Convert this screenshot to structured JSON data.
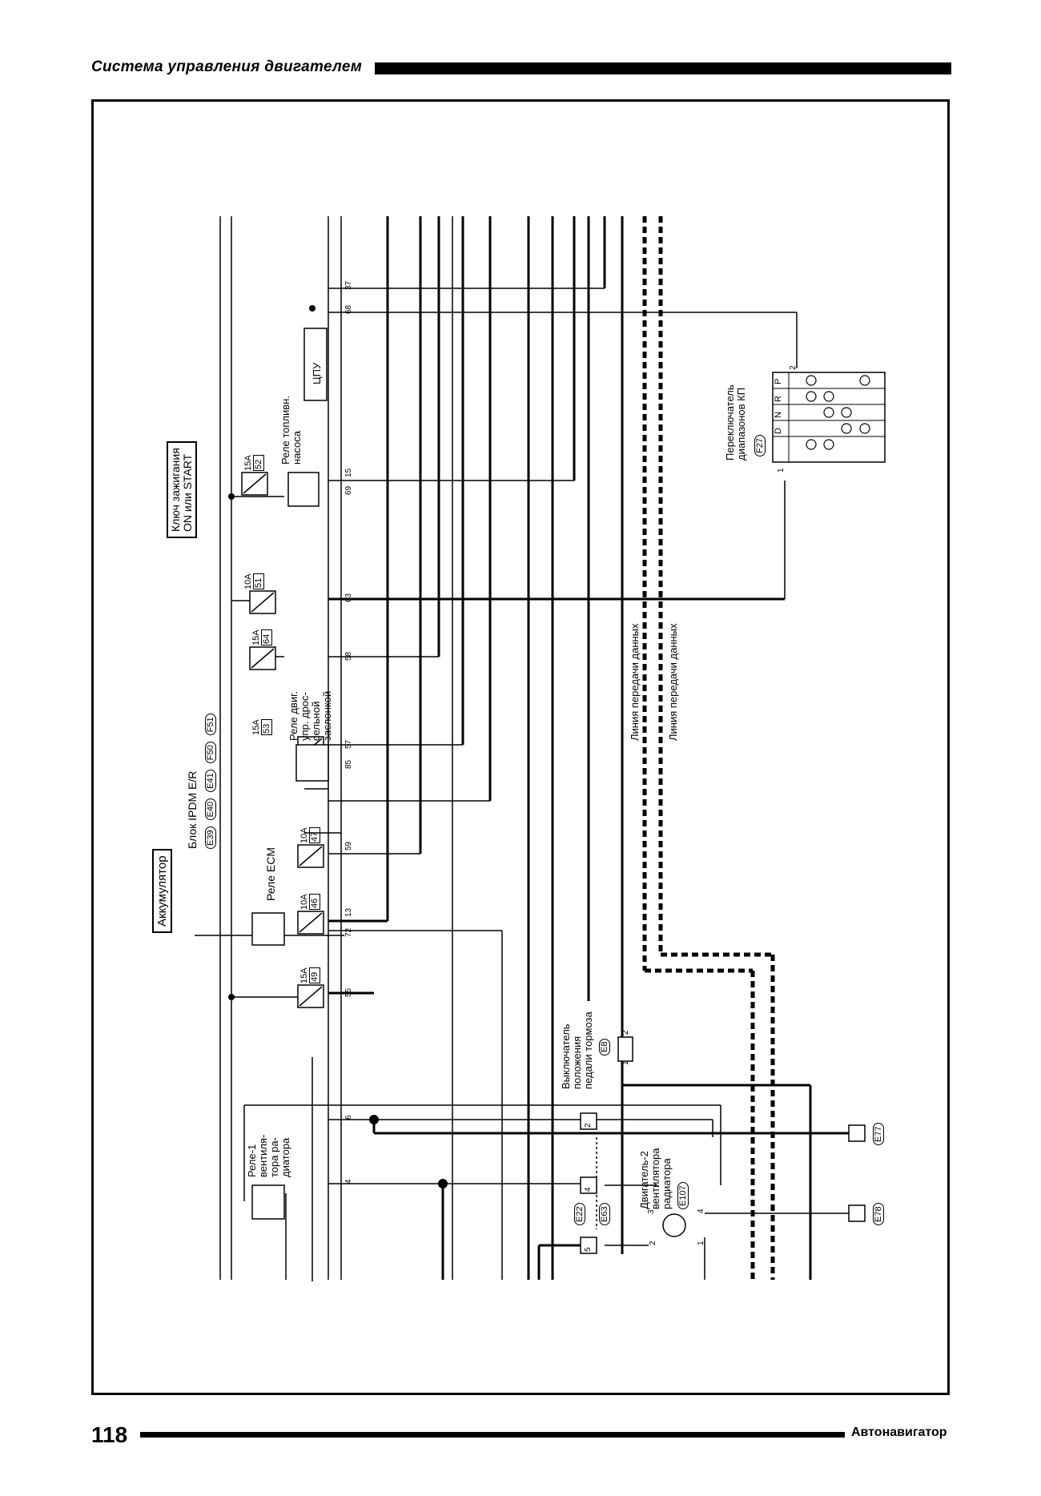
{
  "header": {
    "title": "Система управления двигателем"
  },
  "footer": {
    "page_number": "118",
    "brand": "Автонавигатор"
  },
  "labels": {
    "battery": "Аккумулятор",
    "ignition_line1": "Ключ зажигания",
    "ignition_line2": "ON или START",
    "ipdm_block": "Блок IPDM E/R",
    "ipdm_conn": [
      "E39",
      "E40",
      "E41",
      "F50",
      "F51"
    ],
    "ecm_relay": "Реле ECM",
    "throttle_relay": [
      "Реле двиг.",
      "упр. дрос-",
      "сельной",
      "заслонкой"
    ],
    "fuel_relay": [
      "Реле топливн.",
      "насоса"
    ],
    "cpu": "ЦПУ",
    "fan_relay1": [
      "Реле-1",
      "вентиля-",
      "тора ра-",
      "диатора"
    ],
    "fan_motor2": [
      "Двигатель-2",
      "вентилятора",
      "радиатора"
    ],
    "fan_motor_conn": "E107",
    "brake_switch": [
      "Выключатель",
      "положения",
      "педали тормоза"
    ],
    "brake_conn": "E8",
    "data_line_1": "Линия передачи данных",
    "data_line_2": "Линия передачи данных",
    "range_switch": [
      "Переключатель",
      "диапазонов КП"
    ],
    "range_conn": "F27",
    "gear_positions": [
      "P",
      "R",
      "N",
      "D"
    ],
    "joint_conn": [
      "E22",
      "E63"
    ],
    "ground_1": "E77",
    "ground_2": "E78"
  },
  "fuses": [
    {
      "rating": "15A",
      "number": "49"
    },
    {
      "rating": "10A",
      "number": "46"
    },
    {
      "rating": "10A",
      "number": "47"
    },
    {
      "rating": "15A",
      "number": "53"
    },
    {
      "rating": "15A",
      "number": "64"
    },
    {
      "rating": "10A",
      "number": "51"
    },
    {
      "rating": "15A",
      "number": "52"
    }
  ],
  "pins": [
    "55",
    "72",
    "13",
    "59",
    "85",
    "57",
    "58",
    "63",
    "69",
    "15",
    "68",
    "37",
    "6",
    "4"
  ],
  "connector_pins": [
    "2",
    "4",
    "5",
    "1",
    "2",
    "3",
    "4",
    "1",
    "2",
    "2",
    "1"
  ]
}
